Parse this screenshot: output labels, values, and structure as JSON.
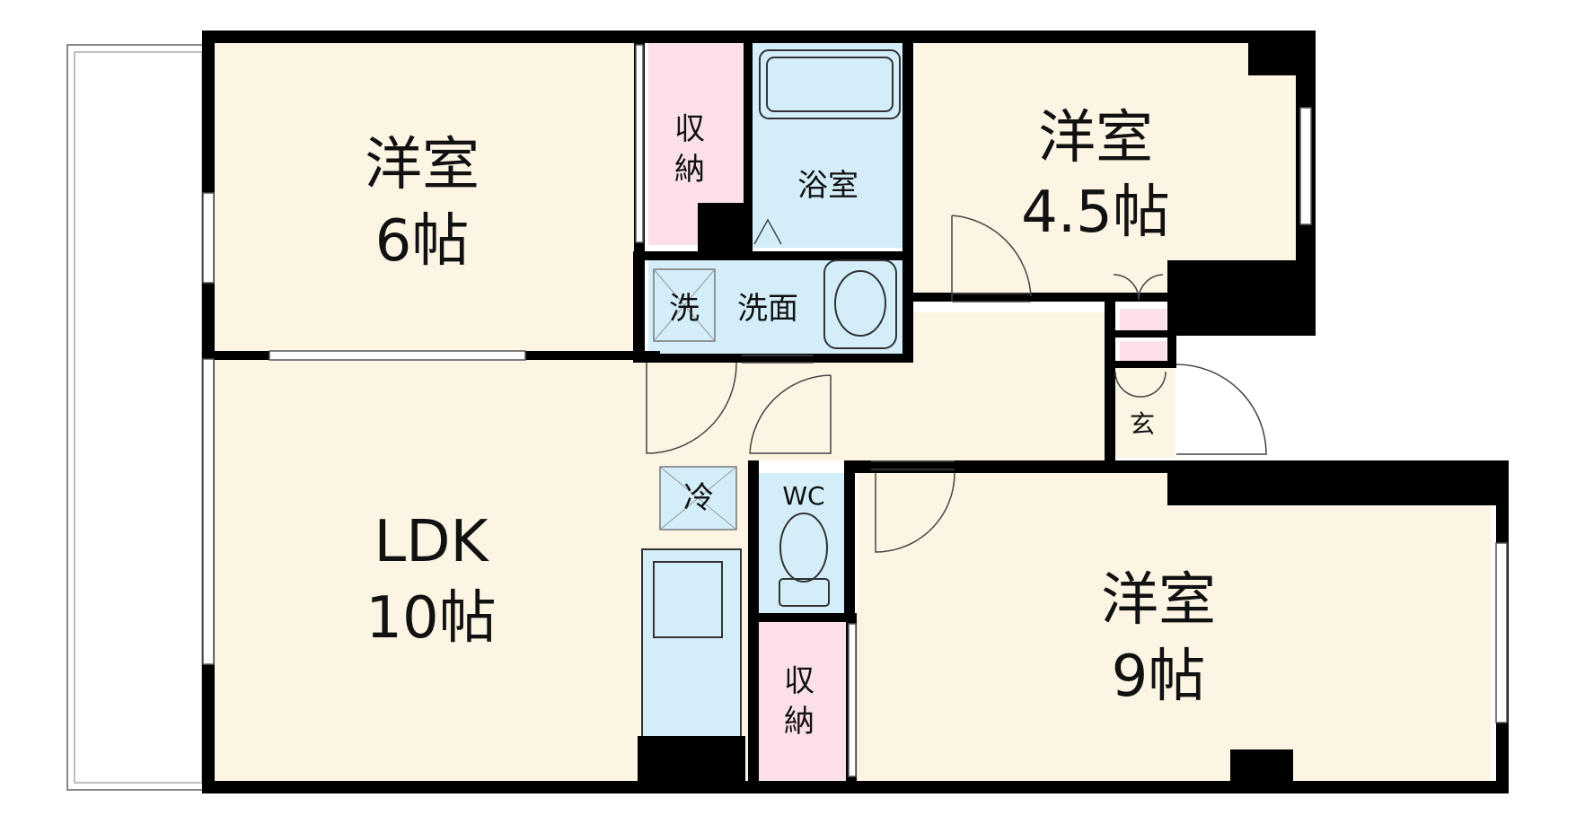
{
  "rooms": {
    "western_6": {
      "name": "洋室",
      "size": "6帖"
    },
    "western_45": {
      "name": "洋室",
      "size": "4.5帖"
    },
    "western_9": {
      "name": "洋室",
      "size": "9帖"
    },
    "ldk": {
      "name": "LDK",
      "size": "10帖"
    }
  },
  "labels": {
    "storage_top_1": "収",
    "storage_top_2": "納",
    "storage_bottom_1": "収",
    "storage_bottom_2": "納",
    "bath": "浴室",
    "washroom": "洗面",
    "washer": "洗",
    "fridge": "冷",
    "toilet": "WC",
    "entrance": "玄"
  },
  "colors": {
    "wall": "#000000",
    "floor": "#fdf5e4",
    "wet": "#d4eef9",
    "storage": "#fbe0ea",
    "balcony": "#ffffff"
  }
}
